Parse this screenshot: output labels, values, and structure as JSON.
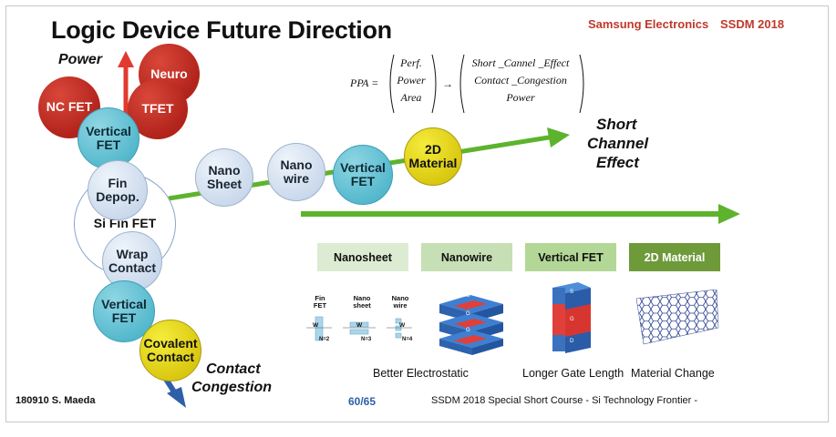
{
  "header": {
    "title": "Logic Device Future Direction",
    "company": "Samsung Electronics",
    "conference": "SSDM 2018"
  },
  "equation": {
    "lhs": "PPA =",
    "left_terms": [
      "Perf.",
      "Power",
      "Area"
    ],
    "arrow": "→",
    "right_terms": [
      "Short _Cannel _Effect",
      "Contact _Congestion",
      "Power"
    ]
  },
  "directions": {
    "power": "Power",
    "short_channel": [
      "Short",
      "Channel",
      "Effect"
    ],
    "contact_congestion": [
      "Contact",
      "Congestion"
    ]
  },
  "nodes": {
    "neuro": "Neuro",
    "nc_fet": "NC FET",
    "tfet": "TFET",
    "vertical_fet_top": [
      "Vertical",
      "FET"
    ],
    "fin_depop": [
      "Fin",
      "Depop."
    ],
    "si_fin_fet": "Si Fin FET",
    "wrap_contact": [
      "Wrap",
      "Contact"
    ],
    "vertical_fet_bottom": [
      "Vertical",
      "FET"
    ],
    "covalent_contact": [
      "Covalent",
      "Contact"
    ],
    "nano_sheet": [
      "Nano",
      "Sheet"
    ],
    "nano_wire": [
      "Nano",
      "wire"
    ],
    "vertical_fet_mid": [
      "Vertical",
      "FET"
    ],
    "material_2d": [
      "2D",
      "Material"
    ]
  },
  "tags": [
    "Nanosheet",
    "Nanowire",
    "Vertical FET",
    "2D Material"
  ],
  "mini_structures": {
    "fin": [
      "Fin",
      "FET"
    ],
    "sheet": [
      "Nano",
      "sheet"
    ],
    "wire": [
      "Nano",
      "wire"
    ],
    "counts": [
      "N=2",
      "N=3",
      "N=4"
    ],
    "w": "W"
  },
  "stack_letters": {
    "g": "G",
    "s": "S",
    "d": "D"
  },
  "captions": [
    "Better Electrostatic",
    "Longer Gate Length",
    "Material Change"
  ],
  "footer": {
    "author": "180910 S. Maeda",
    "page": "60/65",
    "course": "SSDM 2018 Special Short Course - Si Technology Frontier -"
  },
  "colors": {
    "red_node": "#c0392b",
    "cyan_node": "#6cc5d6",
    "yellow_node": "#e8da1f",
    "green_arrow": "#5db32d",
    "tag_light": "#d9ead0",
    "tag_mid": "#bcd9a6",
    "tag_dark": "#6e9a3a"
  }
}
